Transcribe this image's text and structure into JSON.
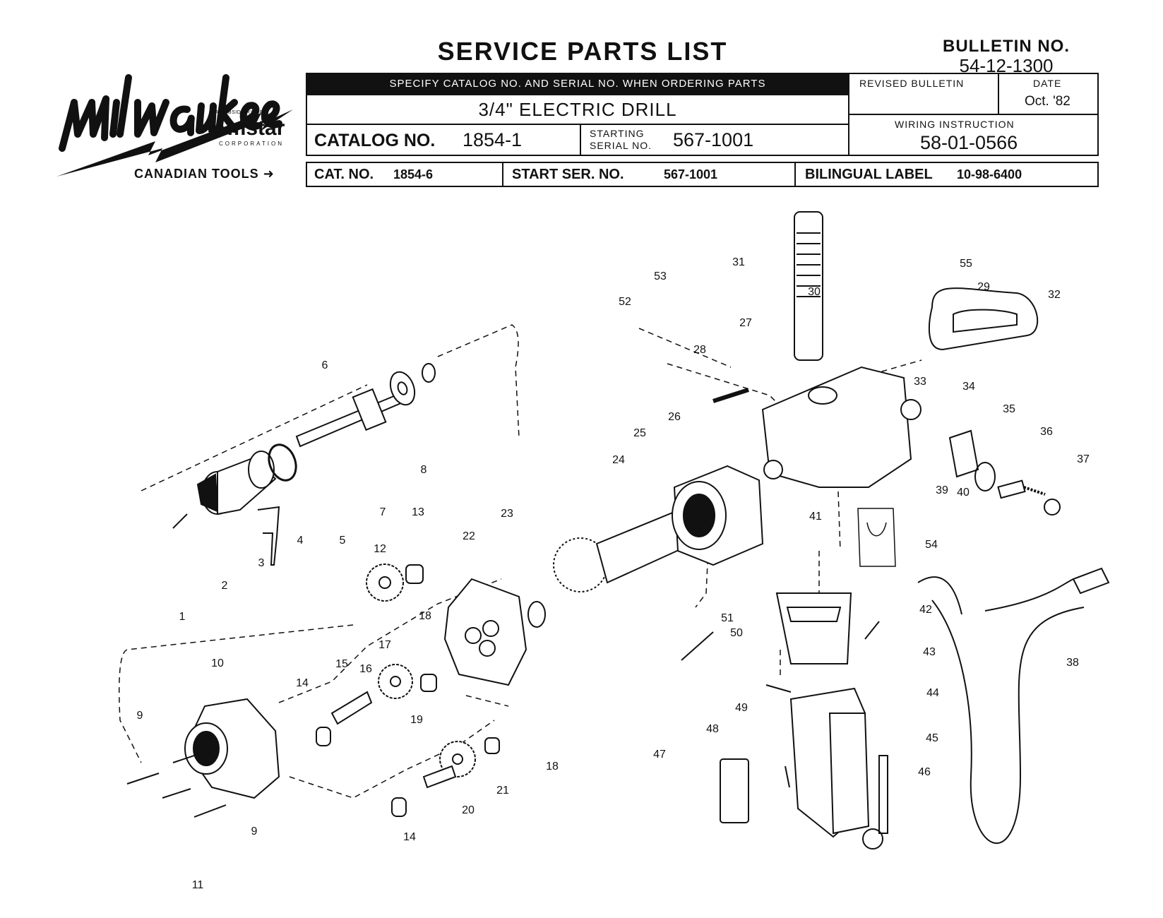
{
  "header": {
    "brand": "Milwaukee",
    "subsidiary": "A SUBSIDIARY OF",
    "parent": "Amstar",
    "parent_sub": "CORPORATION",
    "title": "SERVICE PARTS LIST",
    "bulletin_label": "BULLETIN NO.",
    "bulletin_no": "54-12-1300",
    "instruction_bar": "SPECIFY CATALOG NO. AND SERIAL NO. WHEN ORDERING PARTS",
    "product": "3/4\" ELECTRIC DRILL",
    "catalog_label": "CATALOG NO.",
    "catalog_no": "1854-1",
    "starting_label": "STARTING",
    "serial_label": "SERIAL NO.",
    "serial_no": "567-1001",
    "revised_label": "REVISED BULLETIN",
    "date_label": "DATE",
    "date_value": "Oct. '82",
    "wiring_label": "WIRING INSTRUCTION",
    "wiring_no": "58-01-0566"
  },
  "canadian": {
    "label": "CANADIAN TOOLS",
    "cat_label": "CAT. NO.",
    "cat_no": "1854-6",
    "start_label": "START SER. NO.",
    "start_no": "567-1001",
    "bilingual_label": "BILINGUAL LABEL",
    "bilingual_no": "10-98-6400"
  },
  "parts": [
    "1",
    "2",
    "3",
    "4",
    "5",
    "6",
    "7",
    "8",
    "9",
    "9",
    "10",
    "11",
    "12",
    "13",
    "14",
    "14",
    "15",
    "16",
    "17",
    "18",
    "18",
    "19",
    "20",
    "21",
    "22",
    "23",
    "24",
    "25",
    "26",
    "27",
    "28",
    "29",
    "30",
    "31",
    "32",
    "33",
    "34",
    "35",
    "36",
    "37",
    "38",
    "39",
    "40",
    "41",
    "42",
    "43",
    "44",
    "45",
    "46",
    "47",
    "48",
    "49",
    "50",
    "51",
    "52",
    "53",
    "54",
    "55"
  ]
}
